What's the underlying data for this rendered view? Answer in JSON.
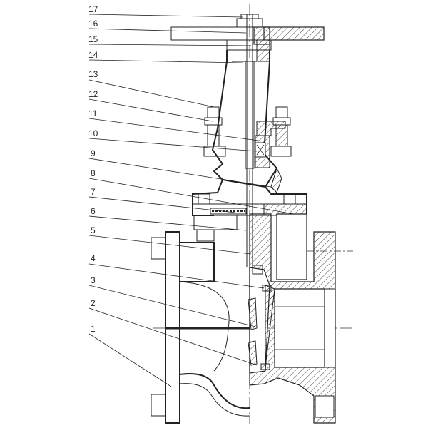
{
  "callouts": [
    {
      "label": "17"
    },
    {
      "label": "16"
    },
    {
      "label": "15"
    },
    {
      "label": "14"
    },
    {
      "label": "13"
    },
    {
      "label": "12"
    },
    {
      "label": "11"
    },
    {
      "label": "10"
    },
    {
      "label": "9"
    },
    {
      "label": "8"
    },
    {
      "label": "7"
    },
    {
      "label": "6"
    },
    {
      "label": "5"
    },
    {
      "label": "4"
    },
    {
      "label": "3"
    },
    {
      "label": "2"
    },
    {
      "label": "1"
    }
  ]
}
